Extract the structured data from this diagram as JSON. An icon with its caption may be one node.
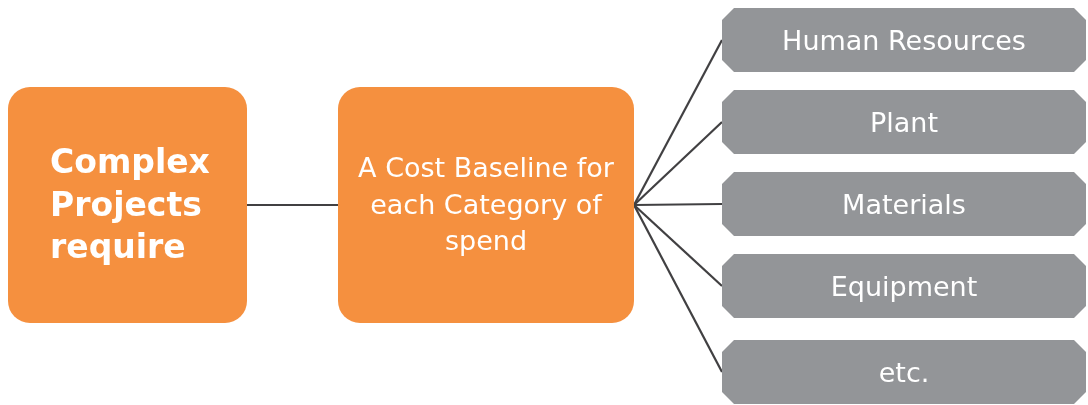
{
  "diagram": {
    "nodes": [
      {
        "text": [
          "Complex Projects require"
        ]
      },
      {
        "text": [
          "A Cost Baseline for each Category of spend"
        ]
      },
      {
        "text": [
          "Human Resources"
        ]
      },
      {
        "text": [
          "Plant"
        ]
      },
      {
        "text": [
          "Materials"
        ]
      },
      {
        "text": [
          "Equipment"
        ]
      },
      {
        "text": [
          "etc."
        ]
      }
    ],
    "edges": [
      {
        "from": 0,
        "to": 1,
        "arrow": "none"
      },
      {
        "from": 1,
        "to": 2,
        "arrow": "none"
      },
      {
        "from": 1,
        "to": 3,
        "arrow": "none"
      },
      {
        "from": 1,
        "to": 4,
        "arrow": "none"
      },
      {
        "from": 1,
        "to": 5,
        "arrow": "none"
      },
      {
        "from": 1,
        "to": 6,
        "arrow": "none"
      }
    ]
  }
}
